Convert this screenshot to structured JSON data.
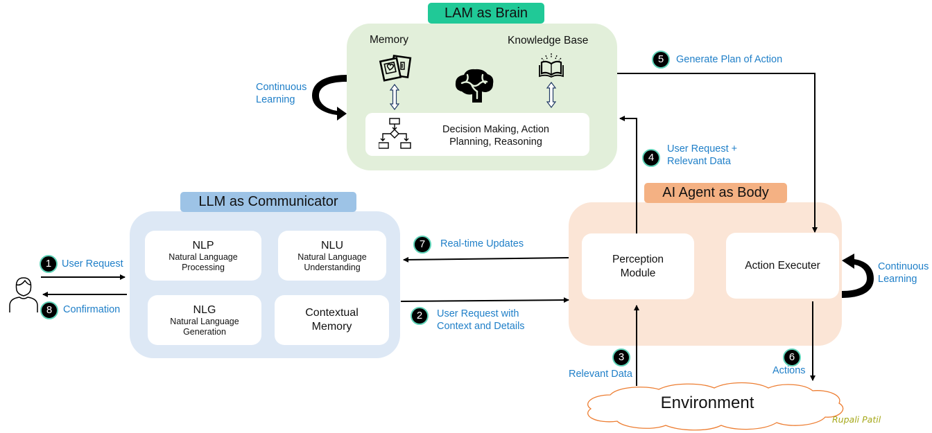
{
  "brain": {
    "title": "LAM as Brain",
    "memory_label": "Memory",
    "knowledge_label": "Knowledge Base",
    "decision_text": [
      "Decision Making, Action",
      "Planning, Reasoning"
    ],
    "continuous_learning": [
      "Continuous",
      "Learning"
    ]
  },
  "communicator": {
    "title": "LLM as Communicator",
    "cards": [
      {
        "abbr": "NLP",
        "full": [
          "Natural Language",
          "Processing"
        ]
      },
      {
        "abbr": "NLU",
        "full": [
          "Natural Language",
          "Understanding"
        ]
      },
      {
        "abbr": "NLG",
        "full": [
          "Natural Language",
          "Generation"
        ]
      },
      {
        "abbr": "",
        "full": [
          "Contextual",
          "Memory"
        ]
      }
    ]
  },
  "body": {
    "title": "AI Agent as Body",
    "perception": [
      "Perception",
      "Module"
    ],
    "executer": "Action Executer",
    "continuous_learning": [
      "Continuous",
      "Learning"
    ]
  },
  "environment": "Environment",
  "steps": [
    {
      "num": "1",
      "label": [
        "User Request"
      ]
    },
    {
      "num": "2",
      "label": [
        "User Request with",
        "Context and Details"
      ]
    },
    {
      "num": "3",
      "label": [
        "Relevant Data"
      ]
    },
    {
      "num": "4",
      "label": [
        "User Request +",
        "Relevant Data"
      ]
    },
    {
      "num": "5",
      "label": [
        "Generate Plan of Action"
      ]
    },
    {
      "num": "6",
      "label": [
        "Actions"
      ]
    },
    {
      "num": "7",
      "label": [
        "Real-time Updates"
      ]
    },
    {
      "num": "8",
      "label": [
        "Confirmation"
      ]
    }
  ],
  "signature": "Rupali Patil",
  "colors": {
    "brain_panel": "#e2efda",
    "brain_tag": "#20c997",
    "comm_panel": "#dde8f5",
    "comm_tag": "#9dc3e6",
    "body_panel": "#fbe5d6",
    "body_tag": "#f4b183",
    "step_text": "#1f7fc8",
    "cloud_stroke": "#ed7d31"
  }
}
